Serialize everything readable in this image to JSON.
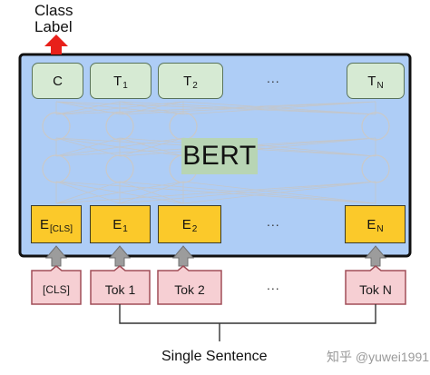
{
  "output": {
    "class_label_line1": "Class",
    "class_label_line2": "Label"
  },
  "model": {
    "name": "BERT"
  },
  "output_tokens": [
    {
      "main": "C",
      "sub": ""
    },
    {
      "main": "T",
      "sub": "1"
    },
    {
      "main": "T",
      "sub": "2"
    },
    {
      "main": "T",
      "sub": "N"
    }
  ],
  "embeddings": [
    {
      "main": "E",
      "sub": "[CLS]"
    },
    {
      "main": "E",
      "sub": "1"
    },
    {
      "main": "E",
      "sub": "2"
    },
    {
      "main": "E",
      "sub": "N"
    }
  ],
  "input_tokens": [
    "[CLS]",
    "Tok 1",
    "Tok 2",
    "Tok N"
  ],
  "ellipsis": "...",
  "input_caption": "Single Sentence",
  "watermark": "知乎 @yuwei1991",
  "colors": {
    "frame_fill": "#aecdf6",
    "output_fill": "#d6ead3",
    "embedding_fill": "#fbc92a",
    "token_fill": "#f6cfd3",
    "arrow_red": "#e8201a",
    "arrow_gray": "#9c9c9c"
  }
}
